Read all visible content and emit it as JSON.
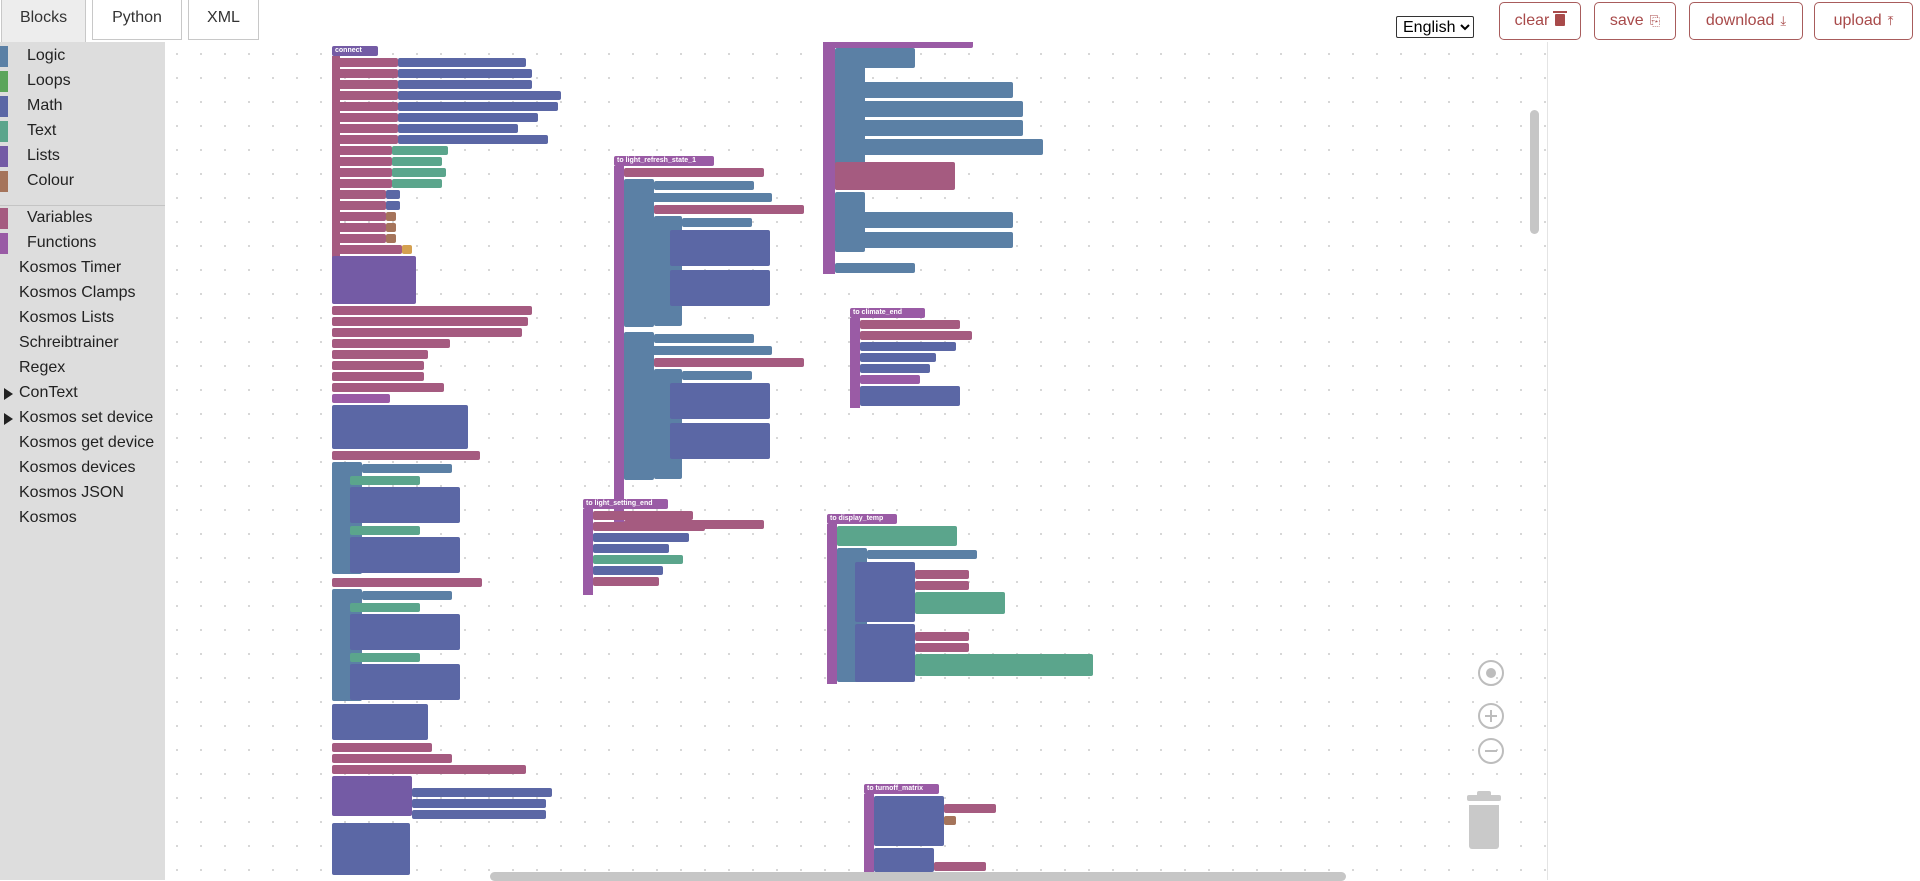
{
  "tabs": [
    {
      "label": "Blocks"
    },
    {
      "label": "Python"
    },
    {
      "label": "XML"
    }
  ],
  "language": {
    "selected": "English"
  },
  "actions": {
    "clear": "clear",
    "save": "save",
    "download": "download",
    "upload": "upload"
  },
  "toolbox": {
    "categories": [
      {
        "label": "Logic",
        "color": "#5b80a5"
      },
      {
        "label": "Loops",
        "color": "#5ba55b"
      },
      {
        "label": "Math",
        "color": "#5b67a5"
      },
      {
        "label": "Text",
        "color": "#5ba58c"
      },
      {
        "label": "Lists",
        "color": "#745ba5"
      },
      {
        "label": "Colour",
        "color": "#a5745b"
      },
      {
        "label": "Variables",
        "color": "#a55b80"
      },
      {
        "label": "Functions",
        "color": "#995ba5"
      }
    ],
    "extras": [
      {
        "label": "Kosmos Timer"
      },
      {
        "label": "Kosmos Clamps"
      },
      {
        "label": "Kosmos Lists"
      },
      {
        "label": "Schreibtrainer"
      },
      {
        "label": "Regex"
      },
      {
        "label": "ConText"
      },
      {
        "label": "Kosmos set device"
      },
      {
        "label": "Kosmos get device"
      },
      {
        "label": "Kosmos devices"
      },
      {
        "label": "Kosmos JSON"
      },
      {
        "label": "Kosmos"
      }
    ]
  },
  "workspace_labels": {
    "connect": "connect",
    "light_refresh": "to light_refresh_state_1",
    "climate_end": "to climate_end",
    "light_setting_end": "to light_setting_end",
    "display_temp": "to display_temp",
    "turnoff_matrix": "to turnoff_matrix"
  }
}
